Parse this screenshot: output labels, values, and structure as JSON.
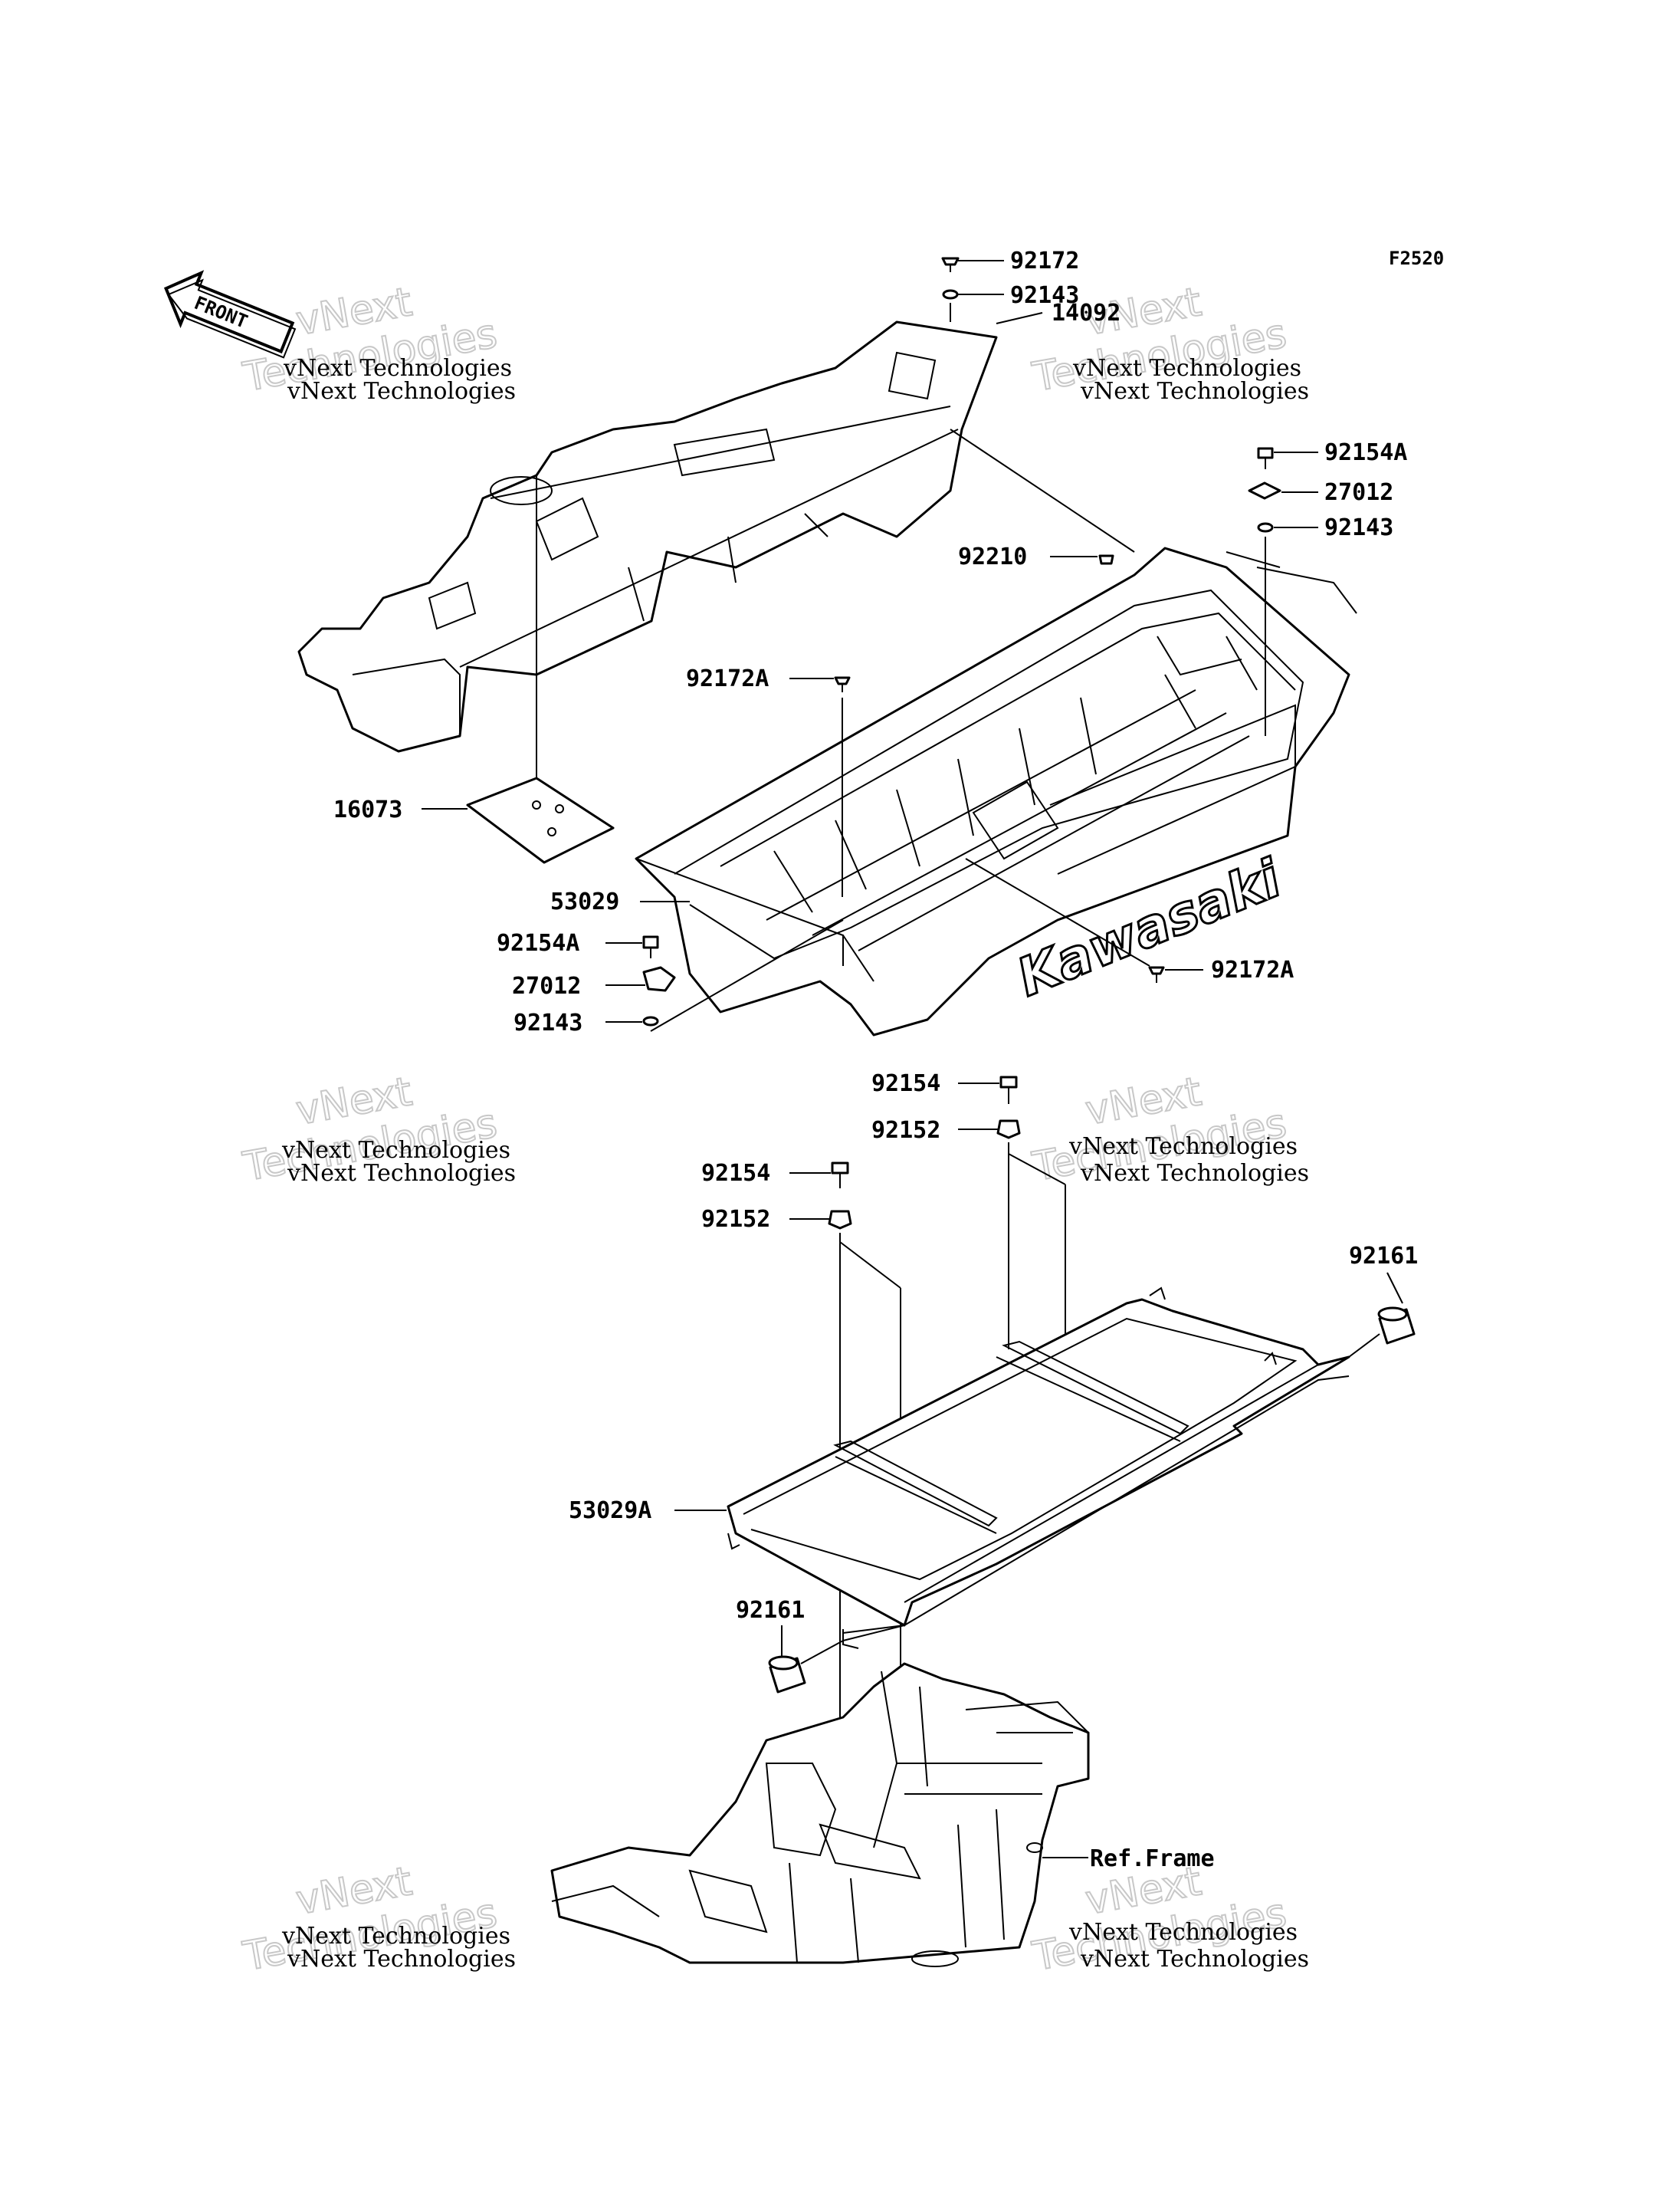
{
  "figure_ref": "F2520",
  "front_arrow": "FRONT",
  "brand_on_bed": "Kawasaki",
  "watermark": {
    "line1": "vNext",
    "line2": "Technologies",
    "caption": "vNext Technologies"
  },
  "callouts": [
    {
      "id": "92172-top",
      "text": "92172"
    },
    {
      "id": "92143-top",
      "text": "92143"
    },
    {
      "id": "14092",
      "text": "14092"
    },
    {
      "id": "92154A-right",
      "text": "92154A"
    },
    {
      "id": "27012-right",
      "text": "27012"
    },
    {
      "id": "92143-right",
      "text": "92143"
    },
    {
      "id": "92210",
      "text": "92210"
    },
    {
      "id": "92172A-top",
      "text": "92172A"
    },
    {
      "id": "16073",
      "text": "16073"
    },
    {
      "id": "53029",
      "text": "53029"
    },
    {
      "id": "92154A-left",
      "text": "92154A"
    },
    {
      "id": "27012-left",
      "text": "27012"
    },
    {
      "id": "92143-left",
      "text": "92143"
    },
    {
      "id": "92172A-right",
      "text": "92172A"
    },
    {
      "id": "92154-a",
      "text": "92154"
    },
    {
      "id": "92152-a",
      "text": "92152"
    },
    {
      "id": "92154-b",
      "text": "92154"
    },
    {
      "id": "92152-b",
      "text": "92152"
    },
    {
      "id": "92161-right",
      "text": "92161"
    },
    {
      "id": "53029A",
      "text": "53029A"
    },
    {
      "id": "92161-left",
      "text": "92161"
    },
    {
      "id": "ref-frame",
      "text": "Ref.Frame"
    }
  ]
}
